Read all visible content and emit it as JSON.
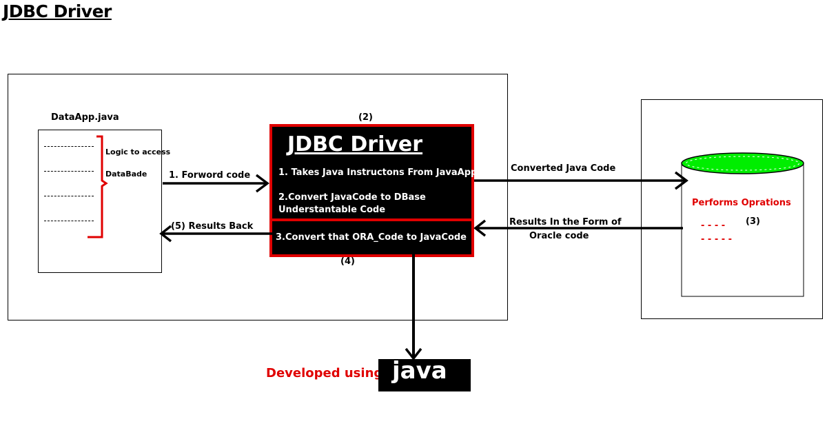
{
  "title": "JDBC Driver",
  "app": {
    "file_label": "DataApp.java",
    "logic_line1": "Logic to access",
    "logic_line2": "DataBade"
  },
  "driver": {
    "step_marker": "(2)",
    "title": "JDBC Driver",
    "step1": "1. Takes Java Instructons From JavaApp",
    "step2_line1": "2.Convert JavaCode to DBase",
    "step2_line2": "Understantable Code",
    "step3": "3.Convert that ORA_Code to JavaCode",
    "step4_marker": "(4)"
  },
  "arrows": {
    "forward": "1. Forword code",
    "results_back": "(5) Results Back",
    "converted": "Converted Java Code",
    "results_oracle_line1": "Results In the Form of",
    "results_oracle_line2": "Oracle code"
  },
  "database": {
    "performs": "Performs Oprations",
    "step_marker": "(3)",
    "dash1": "- - - -",
    "dash2": "- - - - -"
  },
  "developed": {
    "label": "Developed using",
    "tech": "java"
  },
  "colors": {
    "accent_red": "#e00000",
    "db_top_green": "#00ee00",
    "dark": "#000000"
  }
}
